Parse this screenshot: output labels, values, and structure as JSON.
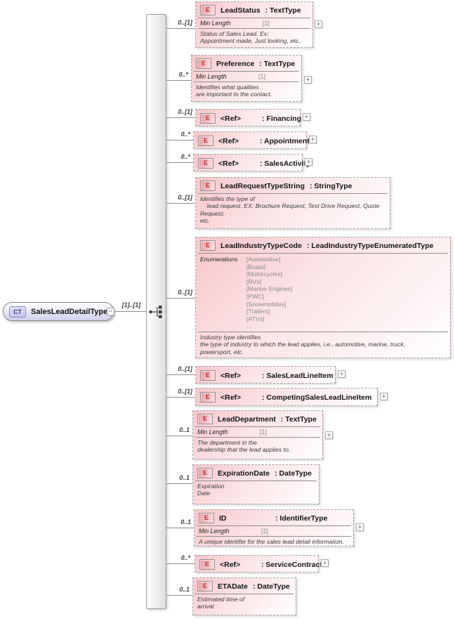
{
  "diagram": {
    "root": {
      "badge": "CT",
      "name": "SalesLeadDetailType",
      "cardinality": "[1]..[1]"
    },
    "glyphs": {
      "plus": "+",
      "minus": "−"
    },
    "enumerations_label": "Enumerations",
    "rows": [
      {
        "cardinality": "0..[1]",
        "badge": "E",
        "name": "LeadStatus",
        "type_label": ": TextType",
        "facet_label": "Min Length",
        "facet_value": "[1]",
        "annotation": "Status of Sales Lead. Ex:\nAppointment made, Just looking, etc.."
      },
      {
        "cardinality": "0..*",
        "badge": "E",
        "name": "Preference",
        "type_label": ": TextType",
        "facet_label": "Min Length",
        "facet_value": "[1]",
        "annotation": "Identifies what qualities\nare important to the contact."
      },
      {
        "cardinality": "0..[1]",
        "badge": "E",
        "name": "<Ref>",
        "type_label": ": Financing"
      },
      {
        "cardinality": "0..*",
        "badge": "E",
        "name": "<Ref>",
        "type_label": ": Appointment"
      },
      {
        "cardinality": "0..*",
        "badge": "E",
        "name": "<Ref>",
        "type_label": ": SalesActivity"
      },
      {
        "cardinality": "0..[1]",
        "badge": "E",
        "name": "LeadRequestTypeString",
        "type_label": ": StringType",
        "annotation": "Identifies the type of\n    lead request. EX: Brochure Request, Test Drive Request, Quote\nRequest,\netc."
      },
      {
        "cardinality": "0..[1]",
        "badge": "E",
        "name": "LeadIndustryTypeCode",
        "type_label": ": LeadIndustryTypeEnumeratedType",
        "enumerations": "[Automotive]\n[Boats]\n[Motorcycles]\n[RVs]\n[Marine Engines]\n[PWC]\n[Snowmobiles]\n[Trailers]\n[ATVs]\n...",
        "annotation": "Industry type identifies\nthe type of industry to which the lead applies, i.e., automotive, marine, truck,\npowersport, etc."
      },
      {
        "cardinality": "0..[1]",
        "badge": "E",
        "name": "<Ref>",
        "type_label": ": SalesLeadLineItem"
      },
      {
        "cardinality": "0..[1]",
        "badge": "E",
        "name": "<Ref>",
        "type_label": ": CompetingSalesLeadLineItem"
      },
      {
        "cardinality": "0..1",
        "badge": "E",
        "name": "LeadDepartment",
        "type_label": ": TextType",
        "facet_label": "Min Length",
        "facet_value": "[1]",
        "annotation": "The department in the\ndealership that the lead applies to."
      },
      {
        "cardinality": "0..1",
        "badge": "E",
        "name": "ExpirationDate",
        "type_label": ": DateType",
        "annotation": "Expiration\nDate"
      },
      {
        "cardinality": "0..1",
        "badge": "E",
        "name": "ID",
        "type_label": ": IdentifierType",
        "facet_label": "Min Length",
        "facet_value": "[1]",
        "annotation": "A unique identifer for the sales lead detail information."
      },
      {
        "cardinality": "0..*",
        "badge": "E",
        "name": "<Ref>",
        "type_label": ": ServiceContract"
      },
      {
        "cardinality": "0..1",
        "badge": "E",
        "name": "ETADate",
        "type_label": ": DateType",
        "annotation": "Estimated time of\narrival"
      }
    ],
    "colors": {
      "element_fill": "#f7c6cb",
      "element_border": "#a3a3a3",
      "element_badge_text": "#ab3134",
      "root_fill": "#cfcfea",
      "root_badge_text": "#3c3c96",
      "connector": "#8f8f8f"
    }
  }
}
